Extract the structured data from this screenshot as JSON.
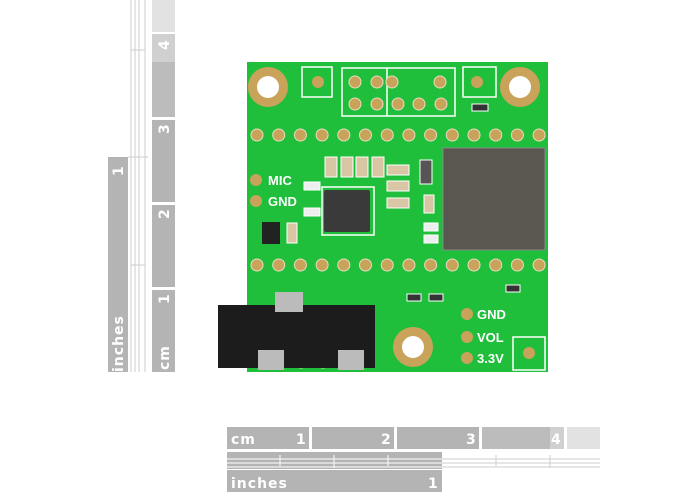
{
  "ruler_vertical": {
    "inches_label": "inches",
    "inch_marks": [
      "1"
    ],
    "cm_label": "cm",
    "cm_marks": [
      "1",
      "2",
      "3",
      "4"
    ]
  },
  "ruler_horizontal": {
    "cm_label": "cm",
    "cm_marks": [
      "1",
      "2",
      "3",
      "4"
    ],
    "inches_label": "inches",
    "inch_marks": [
      "1"
    ]
  },
  "board": {
    "labels": {
      "mic": "MIC",
      "gnd_left": "GND",
      "gnd_right": "GND",
      "vol": "VOL",
      "v33": "3.3V"
    },
    "colors": {
      "pcb": "#1fbf3c",
      "gold": "#c9a35a",
      "silk": "#ffffff",
      "chip": "#3a3a3a"
    }
  }
}
